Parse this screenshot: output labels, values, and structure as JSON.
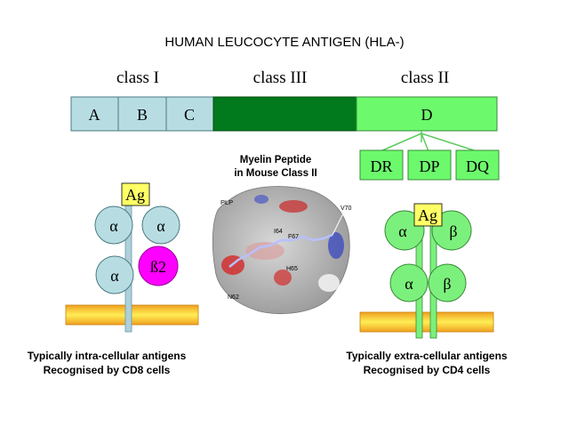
{
  "title": "HUMAN LEUCOCYTE  ANTIGEN (HLA-)",
  "classes": {
    "class_i": "class  I",
    "class_iii": "class  III",
    "class_ii": "class  II"
  },
  "genes": {
    "a": "A",
    "b": "B",
    "c": "C",
    "d": "D",
    "dr": "DR",
    "dp": "DP",
    "dq": "DQ"
  },
  "mhc1": {
    "ag": "Ag",
    "alpha1": "α",
    "alpha2": "α",
    "alpha3": "α",
    "beta2": "ß2",
    "caption_line1": "Typically  intra-cellular antigens",
    "caption_line2": "Recognised by CD8 cells"
  },
  "mhc2": {
    "ag": "Ag",
    "alpha1": "α",
    "beta1": "β",
    "alpha2": "α",
    "beta2": "β",
    "caption_line1": "Typically  extra-cellular antigens",
    "caption_line2": "Recognised by CD4 cells"
  },
  "peptide": {
    "title_line1": "Myelin Peptide",
    "title_line2": "in Mouse Class II",
    "label_plp": "PLP",
    "label_v70": "V70",
    "label_i64": "I64",
    "label_f67": "F67",
    "label_h65": "H65",
    "label_n62": "N62"
  },
  "colors": {
    "class_i_box": "#b7dde3",
    "class_iii_box": "#007a1c",
    "class_ii_box": "#6cfa6c",
    "domain_green": "#7cf07c",
    "beta2_magenta": "#ff00ff",
    "ag_yellow": "#ffff66",
    "stem_blue": "#aed0da"
  }
}
